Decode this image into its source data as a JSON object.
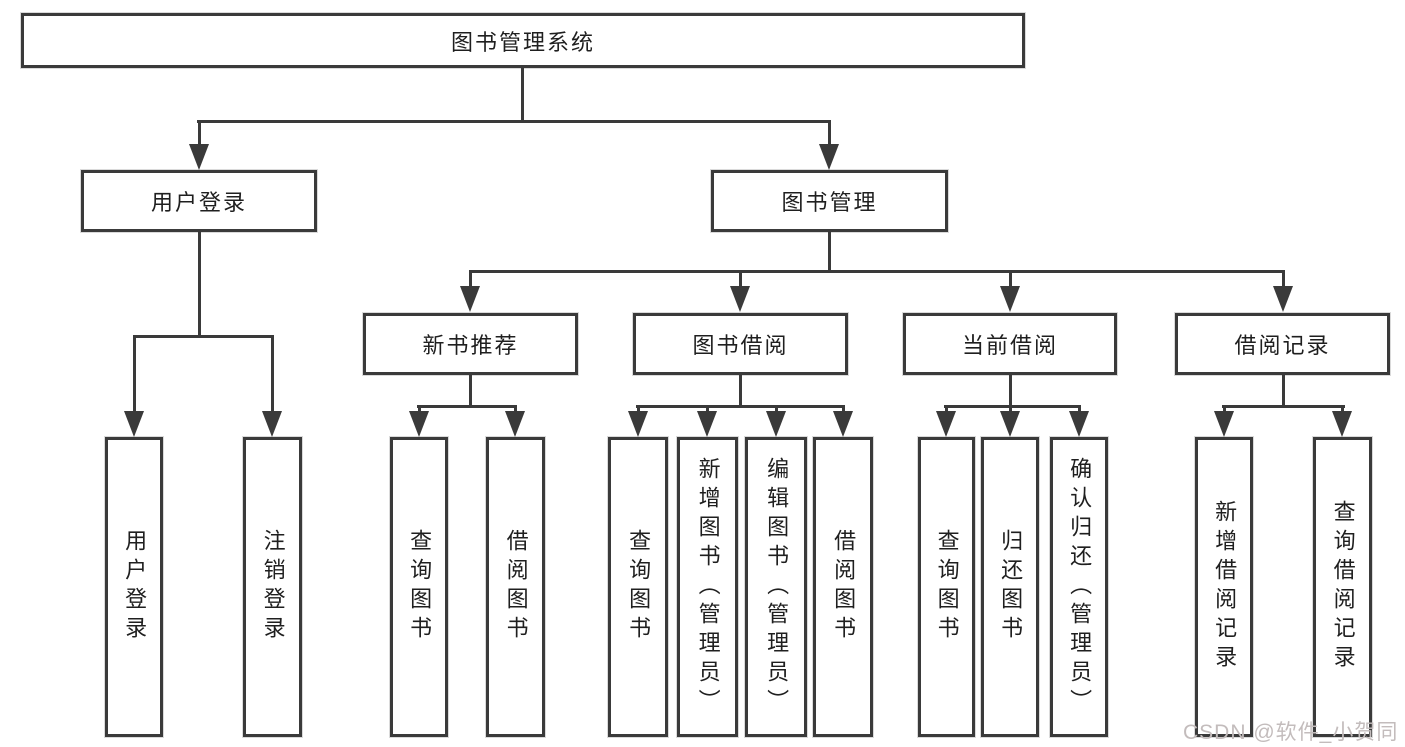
{
  "tree": {
    "root": {
      "label": "图书管理系统"
    },
    "level2": [
      {
        "label": "用户登录"
      },
      {
        "label": "图书管理"
      }
    ],
    "level3": [
      {
        "label": "新书推荐",
        "parent": "图书管理"
      },
      {
        "label": "图书借阅",
        "parent": "图书管理"
      },
      {
        "label": "当前借阅",
        "parent": "图书管理"
      },
      {
        "label": "借阅记录",
        "parent": "图书管理"
      }
    ],
    "leaves": [
      {
        "label": "用户登录",
        "parent": "用户登录"
      },
      {
        "label": "注销登录",
        "parent": "用户登录"
      },
      {
        "label": "查询图书",
        "parent": "新书推荐"
      },
      {
        "label": "借阅图书",
        "parent": "新书推荐"
      },
      {
        "label": "查询图书",
        "parent": "图书借阅"
      },
      {
        "label": "新增图书（管理员）",
        "parent": "图书借阅"
      },
      {
        "label": "编辑图书（管理员）",
        "parent": "图书借阅"
      },
      {
        "label": "借阅图书",
        "parent": "图书借阅"
      },
      {
        "label": "查询图书",
        "parent": "当前借阅"
      },
      {
        "label": "归还图书",
        "parent": "当前借阅"
      },
      {
        "label": "确认归还（管理员）",
        "parent": "当前借阅"
      },
      {
        "label": "新增借阅记录",
        "parent": "借阅记录"
      },
      {
        "label": "查询借阅记录",
        "parent": "借阅记录"
      }
    ]
  },
  "watermark": "CSDN @软件_小贺同学",
  "colors": {
    "line": "#3a3a3a",
    "text": "#1f1f1f",
    "watermark": "#c3bcbc",
    "background": "#ffffff"
  }
}
